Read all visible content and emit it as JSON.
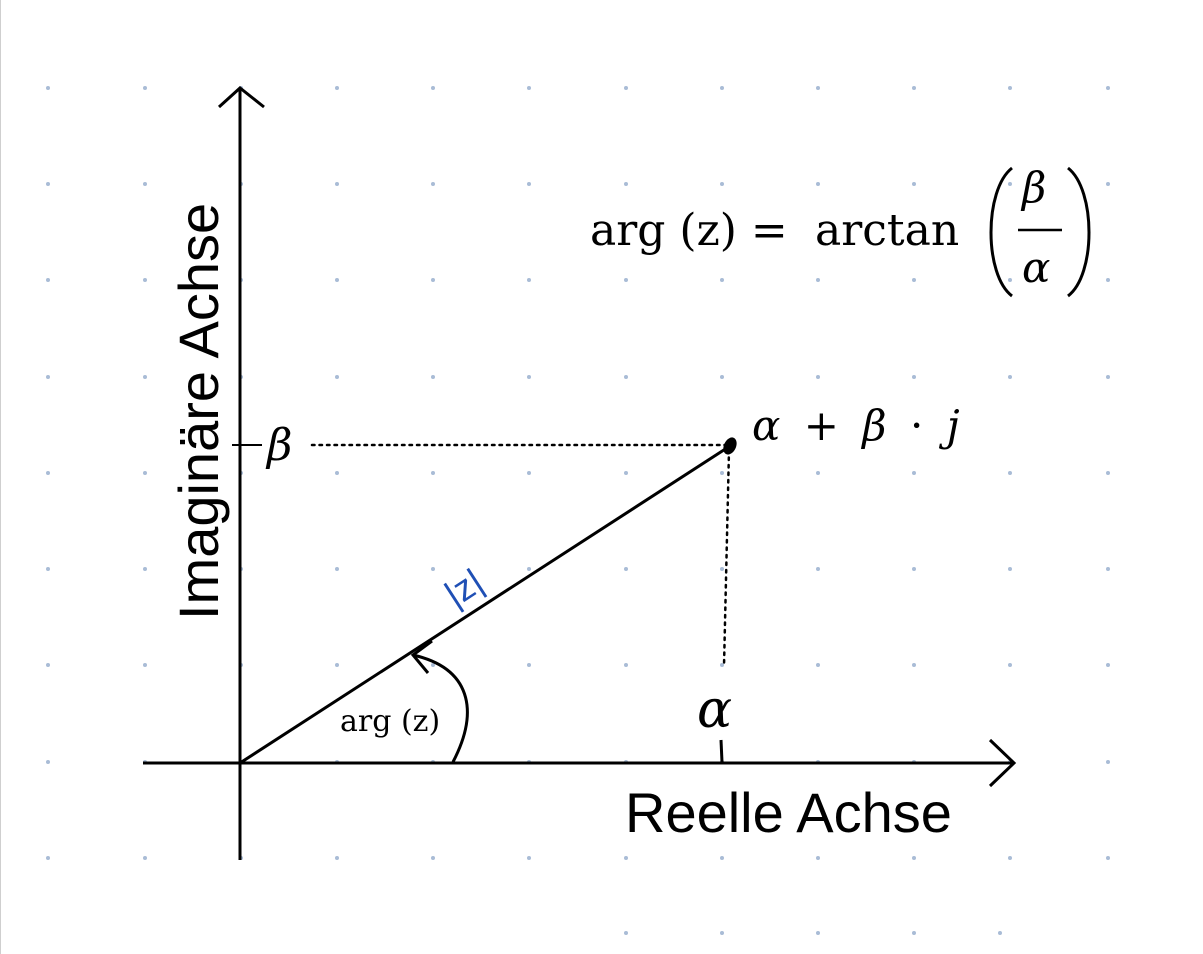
{
  "axes": {
    "x_label": "Reelle Achse",
    "y_label": "Imaginäre Achse"
  },
  "point": {
    "label_alpha": "α",
    "label_plus": "+",
    "label_beta": "β",
    "label_dot": "·",
    "label_j": "j"
  },
  "ticks": {
    "alpha": "α",
    "beta": "β"
  },
  "vector": {
    "magnitude_label": "|z|"
  },
  "angle": {
    "label": "arg (z)"
  },
  "formula": {
    "lhs": "arg (z) =",
    "func": "arctan",
    "numerator": "β",
    "denominator": "α"
  },
  "colors": {
    "ink": "#000000",
    "grid_dot": "#a9bcd6",
    "magnitude": "#1f4fb5"
  }
}
